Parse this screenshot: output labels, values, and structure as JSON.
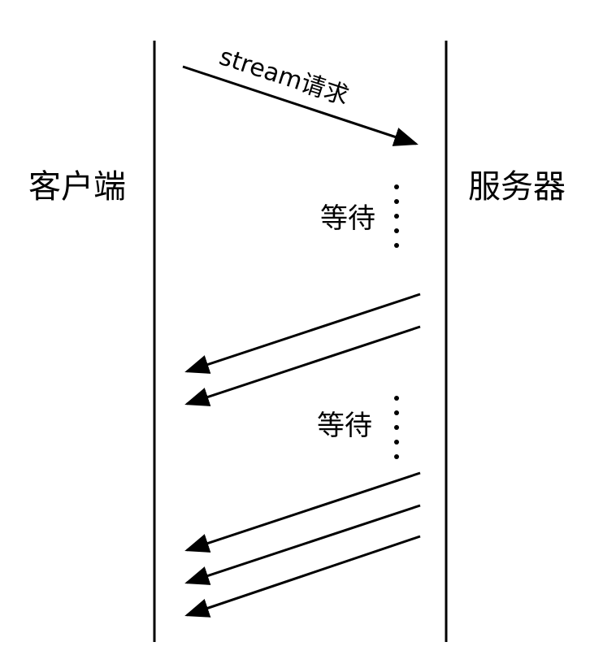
{
  "participants": {
    "client": "客户端",
    "server": "服务器"
  },
  "request": {
    "label": "stream请求"
  },
  "waits": [
    {
      "label": "等待"
    },
    {
      "label": "等待"
    }
  ],
  "response_batches": [
    {
      "count": 2
    },
    {
      "count": 3
    }
  ],
  "colors": {
    "line": "#000000",
    "background": "#ffffff"
  }
}
